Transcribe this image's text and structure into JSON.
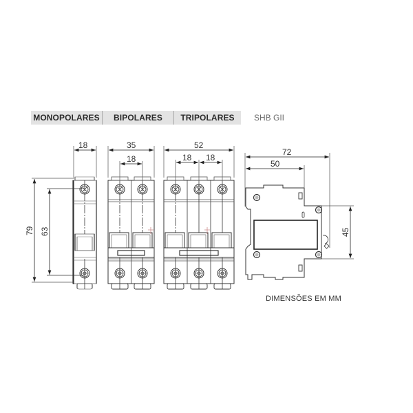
{
  "tabs": [
    {
      "label": "MONOPOLARES"
    },
    {
      "label": "BIPOLARES"
    },
    {
      "label": "TRIPOLARES"
    }
  ],
  "series_label": "SHB GII",
  "caption": "DIMENSÕES EM MM",
  "colors": {
    "tab_bg": "#e3e3e3",
    "tab_text": "#2b2b2b",
    "line": "#3a3a3a",
    "accent_marker": "#c98a8a"
  },
  "dimensions": {
    "monopolar": {
      "width": "18",
      "height_total": "79",
      "height_terminals": "63"
    },
    "bipolar": {
      "width": "35",
      "pitch": "18"
    },
    "tripolar": {
      "width": "52",
      "pitch_1": "18",
      "pitch_2": "18"
    },
    "side": {
      "depth_total": "72",
      "depth_front": "50",
      "rail": "45"
    }
  }
}
